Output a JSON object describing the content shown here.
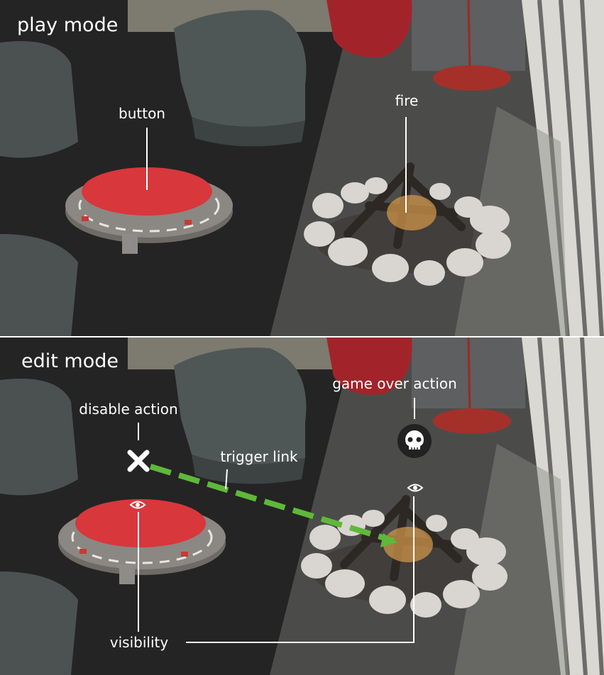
{
  "play_mode": {
    "title": "play mode",
    "labels": {
      "button": "button",
      "fire": "fire"
    }
  },
  "edit_mode": {
    "title": "edit mode",
    "labels": {
      "disable_action": "disable action",
      "trigger_link": "trigger link",
      "game_over_action": "game over action",
      "visibility": "visibility"
    }
  },
  "colors": {
    "floor": "#2a2a2a",
    "button_red": "#d8373c",
    "trigger_link_green": "#5fb83a",
    "chair_gray": "#4a5150",
    "window_light": "#f2f1ec"
  },
  "icons": [
    "close-icon",
    "skull-icon",
    "eye-icon"
  ]
}
